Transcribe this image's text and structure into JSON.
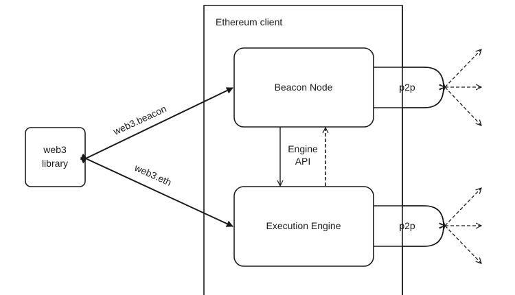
{
  "container": {
    "label": "Ethereum client"
  },
  "nodes": {
    "web3_library": {
      "line1": "web3",
      "line2": "library"
    },
    "beacon_node": {
      "label": "Beacon Node"
    },
    "execution_engine": {
      "label": "Execution Engine"
    },
    "p2p_beacon": {
      "label": "p2p"
    },
    "p2p_execution": {
      "label": "p2p"
    }
  },
  "edges": {
    "web3_beacon": {
      "label": "web3.beacon"
    },
    "web3_eth": {
      "label": "web3.eth"
    },
    "engine_api": {
      "line1": "Engine",
      "line2": "API"
    }
  },
  "colors": {
    "stroke": "#1a1a1a",
    "background": "#ffffff"
  }
}
